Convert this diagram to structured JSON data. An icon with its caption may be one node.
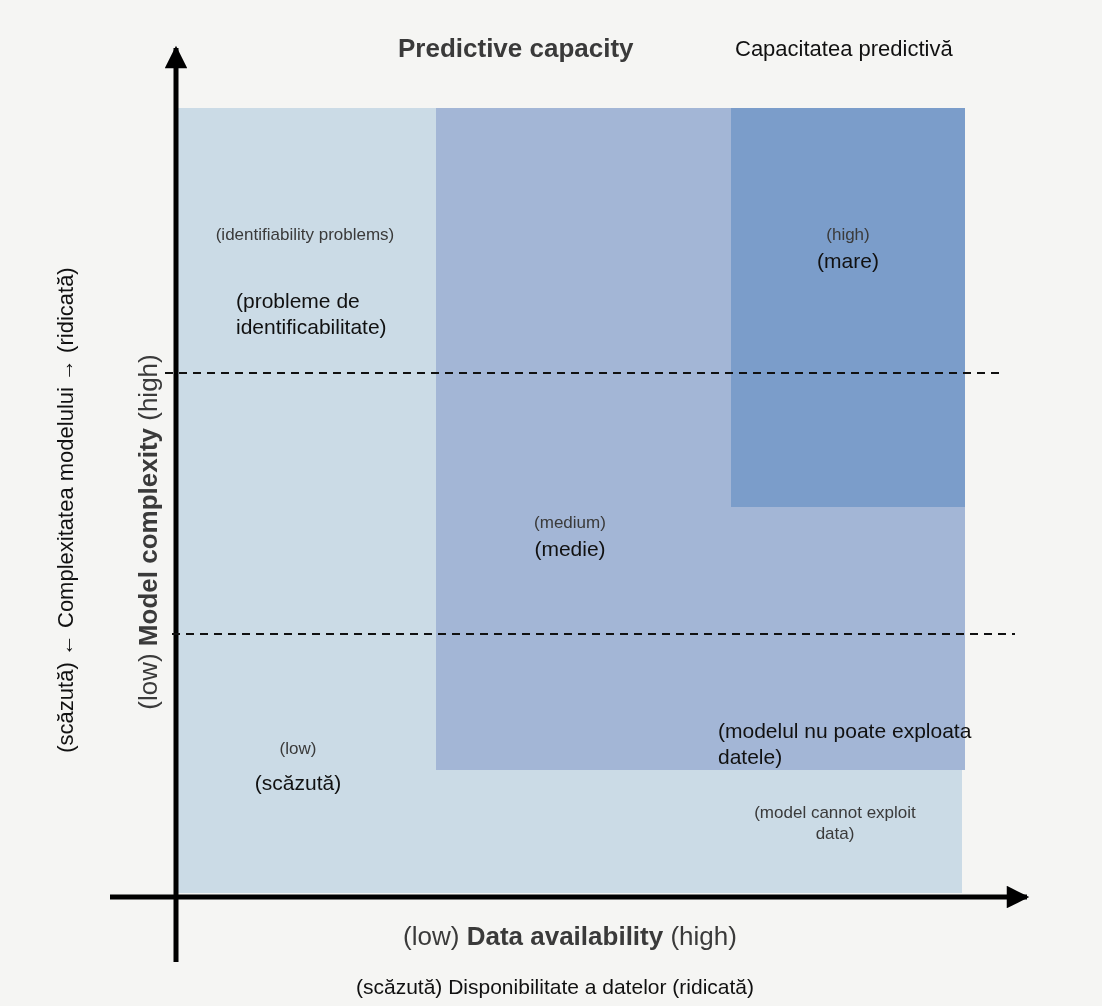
{
  "diagram": {
    "nodes": [
      {
        "text": [
          "(medium)",
          "(medie)"
        ]
      },
      {
        "text": [
          "(high)",
          "(mare)"
        ],
        "in": 0
      }
    ],
    "labels": [
      "Predictive capacity",
      "Capacitatea predictivă",
      "(scăzută) ← Complexitatea modelului → (ridicată)",
      "(low) **Model complexity** (high)",
      "(identifiability problems)",
      "(probleme de identificabilitate)",
      "(low)",
      "(scăzută)",
      "(modelul nu poate exploata datele)",
      "(model cannot exploit data)",
      "(low) **Data availability** (high)",
      "(scăzută) Disponibilitate a datelor (ridicată)"
    ]
  }
}
